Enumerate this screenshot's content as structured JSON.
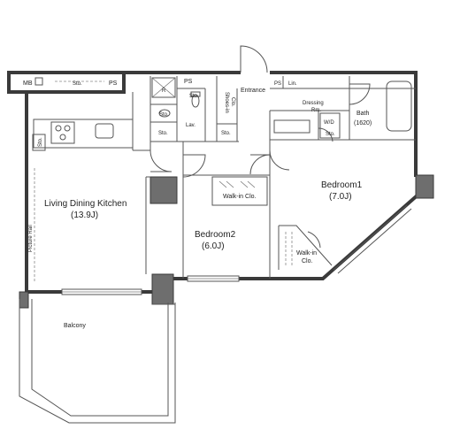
{
  "rooms": {
    "ldk_name": "Living Dining Kitchen",
    "ldk_size": "(13.9J)",
    "bed1_name": "Bedroom1",
    "bed1_size": "(7.0J)",
    "bed2_name": "Bedroom2",
    "bed2_size": "(6.0J)",
    "bath_name": "Bath",
    "bath_size": "(1620)",
    "balcony": "Balcony",
    "entrance": "Entrance",
    "dressing_1": "Dressing",
    "dressing_2": "Rm.",
    "walkin_1": "Walk-in Clo.",
    "walkin_2a": "Walk-in",
    "walkin_2b": "Clo.",
    "shoes_1": "Shoes-in",
    "shoes_2": "Clo."
  },
  "small_labels": {
    "mb": "MB",
    "ps": "PS",
    "sto": "Sto.",
    "lav": "Lav.",
    "r": "R",
    "lin": "Lin.",
    "wd": "W/D",
    "picture_rail": "Picture Rail"
  },
  "colors": {
    "wall": "#3a3a3a",
    "column": "#6e6e6e",
    "line": "#555555"
  }
}
